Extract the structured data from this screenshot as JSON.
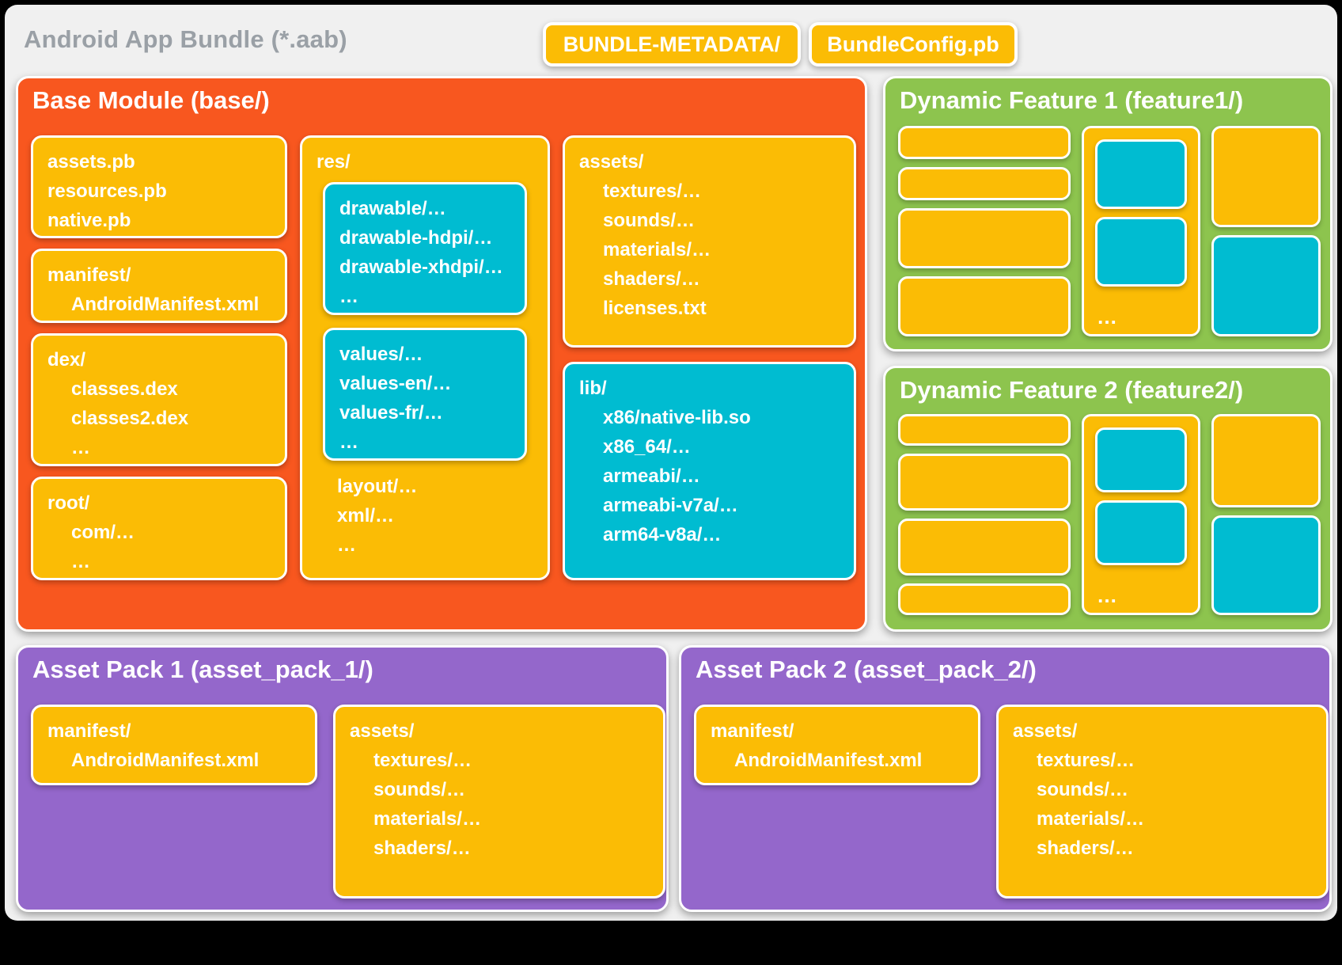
{
  "header": {
    "title": "Android App Bundle (*.aab)",
    "metadata_button": "BUNDLE-METADATA/",
    "config_button": "BundleConfig.pb"
  },
  "colors": {
    "background": "#000000",
    "canvas": "#f0f0f0",
    "title_gray": "#9aa0a6",
    "orange": "#f8571f",
    "yellow": "#fbbc05",
    "cyan": "#00bcd1",
    "green": "#8dc44e",
    "purple": "#9467cb",
    "text": "#ffffff"
  },
  "base": {
    "title": "Base Module (base/)",
    "pb_box": {
      "line1": "assets.pb",
      "line2": "resources.pb",
      "line3": "native.pb"
    },
    "manifest_box": {
      "line1": "manifest/",
      "line2": "AndroidManifest.xml"
    },
    "dex_box": {
      "line1": "dex/",
      "line2": "classes.dex",
      "line3": "classes2.dex",
      "line4": "…"
    },
    "root_box": {
      "line1": "root/",
      "line2": "com/…",
      "line3": "…"
    },
    "res_box": {
      "label": "res/",
      "drawable_box": {
        "line1": "drawable/…",
        "line2": "drawable-hdpi/…",
        "line3": "drawable-xhdpi/…",
        "line4": "…"
      },
      "values_box": {
        "line1": "values/…",
        "line2": "values-en/…",
        "line3": "values-fr/…",
        "line4": "…"
      },
      "tail": {
        "line1": "layout/…",
        "line2": "xml/…",
        "line3": "…"
      }
    },
    "assets_box": {
      "line1": "assets/",
      "line2": "textures/…",
      "line3": "sounds/…",
      "line4": "materials/…",
      "line5": "shaders/…",
      "line6": "licenses.txt"
    },
    "lib_box": {
      "line1": "lib/",
      "line2": "x86/native-lib.so",
      "line3": "x86_64/…",
      "line4": "armeabi/…",
      "line5": "armeabi-v7a/…",
      "line6": "arm64-v8a/…"
    }
  },
  "feature1": {
    "title": "Dynamic Feature 1 (feature1/)",
    "more": "…"
  },
  "feature2": {
    "title": "Dynamic Feature 2 (feature2/)",
    "more": "…"
  },
  "asset_pack_1": {
    "title": "Asset Pack 1 (asset_pack_1/)",
    "manifest_box": {
      "line1": "manifest/",
      "line2": "AndroidManifest.xml"
    },
    "assets_box": {
      "line1": "assets/",
      "line2": "textures/…",
      "line3": "sounds/…",
      "line4": "materials/…",
      "line5": "shaders/…"
    }
  },
  "asset_pack_2": {
    "title": "Asset Pack 2 (asset_pack_2/)",
    "manifest_box": {
      "line1": "manifest/",
      "line2": "AndroidManifest.xml"
    },
    "assets_box": {
      "line1": "assets/",
      "line2": "textures/…",
      "line3": "sounds/…",
      "line4": "materials/…",
      "line5": "shaders/…"
    }
  }
}
